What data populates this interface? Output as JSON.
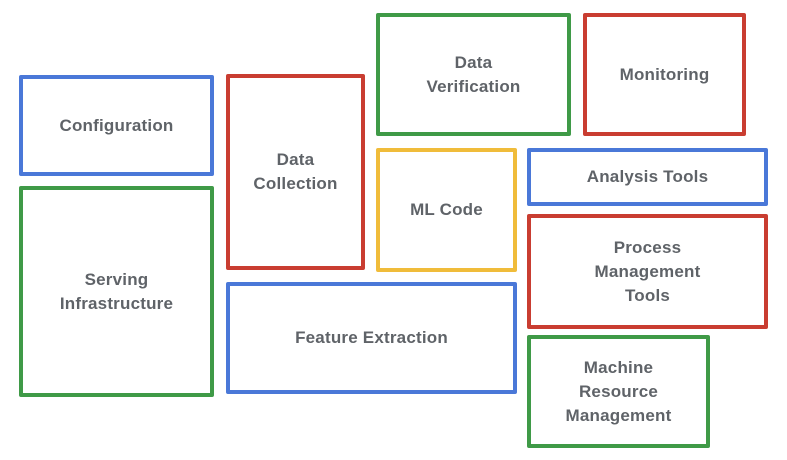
{
  "colors": {
    "blue": "#4a78d8",
    "red": "#c93d31",
    "green": "#3f9a47",
    "yellow": "#f0bc3a",
    "text": "#5f6368"
  },
  "boxes": {
    "configuration": {
      "label": "Configuration",
      "color": "blue"
    },
    "serving_infrastructure": {
      "label": "Serving\nInfrastructure",
      "color": "green"
    },
    "data_collection": {
      "label": "Data\nCollection",
      "color": "red"
    },
    "data_verification": {
      "label": "Data\nVerification",
      "color": "green"
    },
    "monitoring": {
      "label": "Monitoring",
      "color": "red"
    },
    "ml_code": {
      "label": "ML Code",
      "color": "yellow"
    },
    "analysis_tools": {
      "label": "Analysis Tools",
      "color": "blue"
    },
    "process_management_tools": {
      "label": "Process\nManagement\nTools",
      "color": "red"
    },
    "feature_extraction": {
      "label": "Feature Extraction",
      "color": "blue"
    },
    "machine_resource_management": {
      "label": "Machine\nResource\nManagement",
      "color": "green"
    }
  }
}
